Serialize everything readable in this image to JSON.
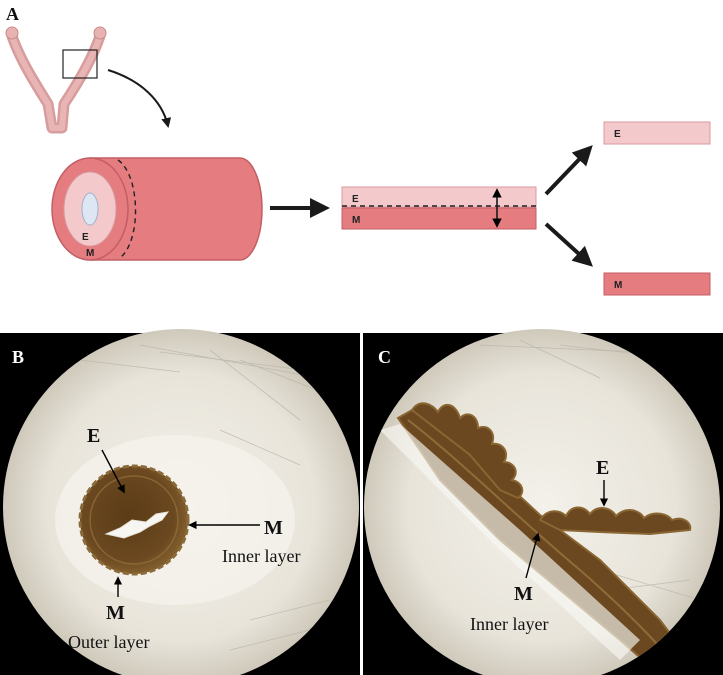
{
  "panel_a": {
    "letter": "A",
    "label_e": "E",
    "label_m": "M"
  },
  "panel_b": {
    "letter": "B",
    "label_e": "E",
    "label_m": "M",
    "label_m_outer": "M",
    "inner_layer": "Inner layer",
    "outer_layer": "Outer layer"
  },
  "panel_c": {
    "letter": "C",
    "label_e": "E",
    "label_m": "M",
    "inner_layer": "Inner layer"
  },
  "colors": {
    "endometrium": "#f4c9cc",
    "myometrium": "#e47c80",
    "tissue_brown": "#6f4a1e",
    "lumen": "#dce7f3",
    "field_bg": "#e9e6de"
  }
}
